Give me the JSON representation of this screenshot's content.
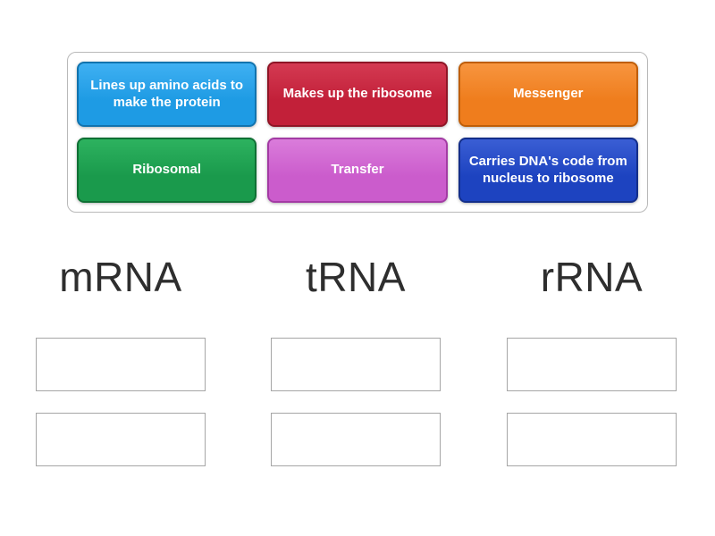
{
  "board": {
    "tray_tiles": [
      {
        "label": "Lines up amino acids to make the protein",
        "color": "#1e9be4",
        "color_top": "#3fb0f2",
        "border": "#1173ae"
      },
      {
        "label": "Makes up the ribosome",
        "color": "#c22039",
        "color_top": "#d43a52",
        "border": "#8f1526"
      },
      {
        "label": "Messenger",
        "color": "#ef7d1d",
        "color_top": "#f7953f",
        "border": "#bf5e08"
      },
      {
        "label": "Ribosomal",
        "color": "#1a9a4c",
        "color_top": "#2db25f",
        "border": "#0f7034"
      },
      {
        "label": "Transfer",
        "color": "#cb5ccc",
        "color_top": "#da7cdb",
        "border": "#a33ba4"
      },
      {
        "label": "Carries DNA's code from nucleus to ribosome",
        "color": "#1d43c0",
        "color_top": "#3a5ed4",
        "border": "#132e8a"
      }
    ],
    "groups": [
      {
        "label": "mRNA"
      },
      {
        "label": "tRNA"
      },
      {
        "label": "rRNA"
      }
    ]
  }
}
